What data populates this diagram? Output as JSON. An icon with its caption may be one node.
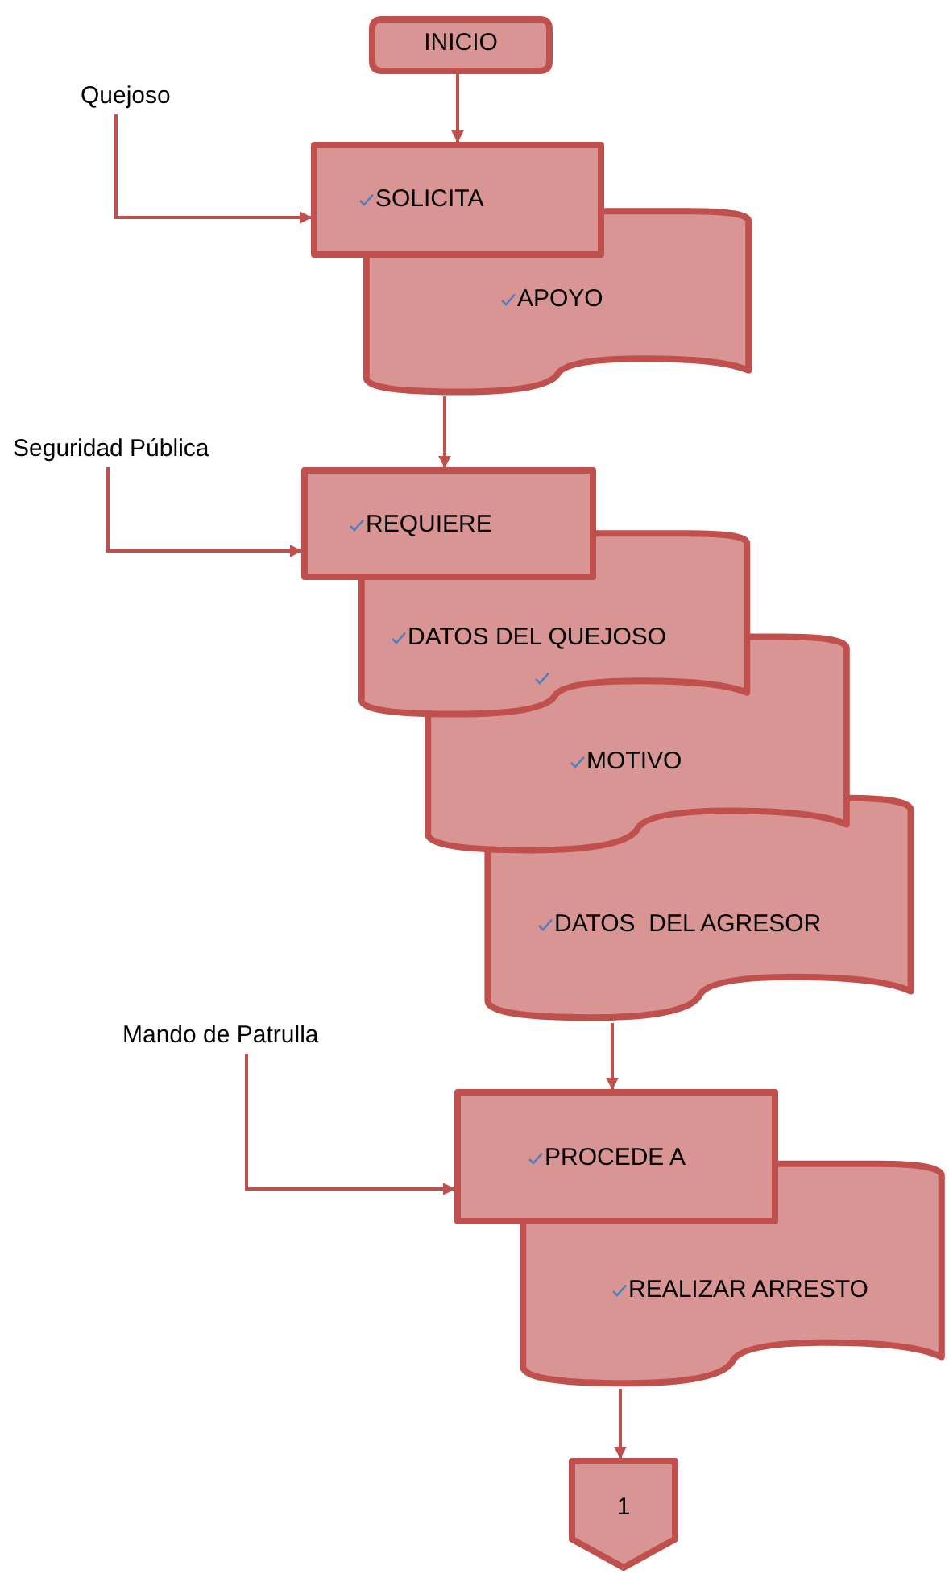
{
  "diagram": {
    "nodes": [
      {
        "text": [
          "INICIO"
        ]
      },
      {
        "text": [
          "Quejoso"
        ]
      },
      {
        "text": [
          "SOLICITA"
        ]
      },
      {
        "text": [
          "APOYO"
        ]
      },
      {
        "text": [
          "Seguridad Pública"
        ]
      },
      {
        "text": [
          "REQUIERE"
        ]
      },
      {
        "text": [
          "DATOS DEL QUEJOSO"
        ]
      },
      {
        "text": [
          "MOTIVO"
        ]
      },
      {
        "text": [
          "DATOS  DEL AGRESOR"
        ]
      },
      {
        "text": [
          "Mando de Patrulla"
        ]
      },
      {
        "text": [
          "PROCEDE A"
        ]
      },
      {
        "text": [
          "REALIZAR ARRESTO"
        ]
      },
      {
        "text": [
          "1"
        ]
      }
    ],
    "edges": [
      {
        "from": 0,
        "to": 2,
        "arrow": "to"
      },
      {
        "from": 1,
        "to": 2,
        "arrow": "to"
      },
      {
        "from": 3,
        "to": 5,
        "arrow": "to"
      },
      {
        "from": 4,
        "to": 5,
        "arrow": "to"
      },
      {
        "from": 8,
        "to": 10,
        "arrow": "to"
      },
      {
        "from": 9,
        "to": 10,
        "arrow": "to"
      },
      {
        "from": 11,
        "to": 12,
        "arrow": "to"
      }
    ]
  }
}
